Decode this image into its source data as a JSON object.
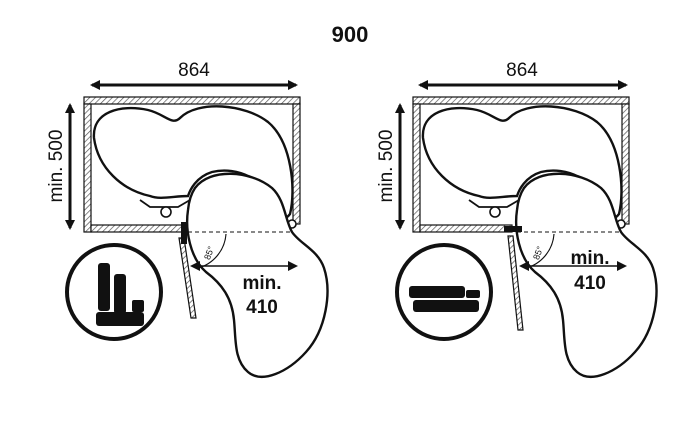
{
  "title": "900",
  "colors": {
    "ink": "#111111",
    "hatch": "#555555",
    "background": "#ffffff"
  },
  "left_diagram": {
    "width_label": "864",
    "depth_label": "min. 500",
    "clearance_label_line1": "min.",
    "clearance_label_line2": "410",
    "angle_label": "85°",
    "inset_icon": "vertical-tray-icon"
  },
  "right_diagram": {
    "width_label": "864",
    "depth_label": "min. 500",
    "clearance_label_line1": "min.",
    "clearance_label_line2": "410",
    "angle_label": "85°",
    "inset_icon": "horizontal-tray-icon"
  }
}
